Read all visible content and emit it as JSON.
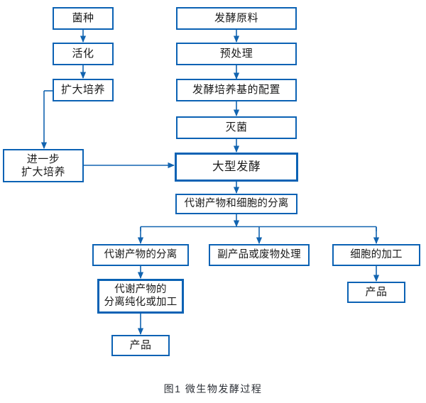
{
  "figure": {
    "caption": "图1 微生物发酵过程",
    "accent_color": "#0b62b4",
    "text_color": "#1a1a1a",
    "background_color": "#ffffff"
  },
  "nodes": {
    "strain": {
      "label": "菌种"
    },
    "activation": {
      "label": "活化"
    },
    "expand_culture": {
      "label": "扩大培养"
    },
    "further_expand_culture": {
      "label": "进一步\n扩大培养"
    },
    "raw_material": {
      "label": "发酵原料"
    },
    "pretreatment": {
      "label": "预处理"
    },
    "medium_preparation": {
      "label": "发酵培养基的配置"
    },
    "sterilization": {
      "label": "灭菌"
    },
    "large_fermentation": {
      "label": "大型发酵"
    },
    "metabolite_cell_separation": {
      "label": "代谢产物和细胞的分离"
    },
    "metabolite_separation": {
      "label": "代谢产物的分离"
    },
    "byproduct_waste_treatment": {
      "label": "副产品或废物处理"
    },
    "cell_processing": {
      "label": "细胞的加工"
    },
    "metabolite_purification": {
      "label": "代谢产物的\n分离纯化或加工"
    },
    "product_left": {
      "label": "产品"
    },
    "product_right": {
      "label": "产品"
    }
  }
}
